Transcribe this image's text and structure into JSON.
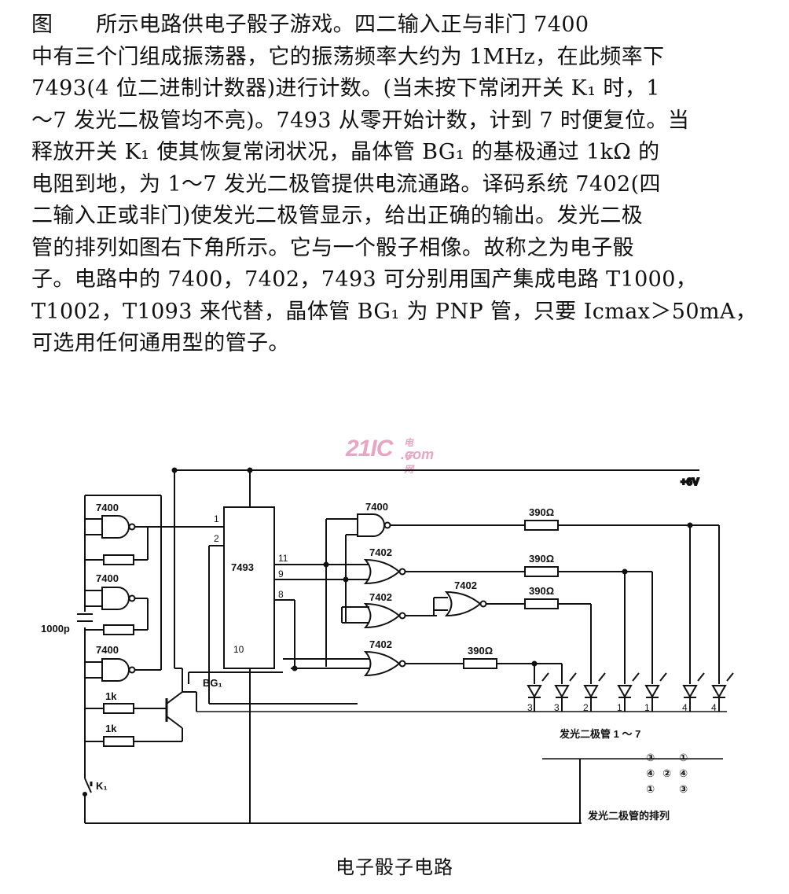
{
  "text": {
    "lines": [
      "图　　所示电路供电子骰子游戏。四二输入正与非门 7400",
      "中有三个门组成振荡器，它的振荡频率大约为 1MHz，在此频率下",
      "7493(4 位二进制计数器)进行计数。(当未按下常闭开关 K₁ 时，1",
      "～7 发光二极管均不亮)。7493 从零开始计数，计到 7 时便复位。当",
      "释放开关 K₁ 使其恢复常闭状况，晶体管 BG₁ 的基极通过 1kΩ 的",
      "电阻到地，为 1～7 发光二极管提供电流通路。译码系统 7402(四",
      "二输入正或非门)使发光二极管显示，给出正确的输出。发光二极",
      "管的排列如图右下角所示。它与一个骰子相像。故称之为电子骰",
      "子。电路中的 7400，7402，7493 可分别用国产集成电路 T1000，",
      "T1002，T1093 来代替，晶体管 BG₁ 为 PNP 管，只要 Icmax＞50mA，",
      "可选用任何通用型的管子。"
    ]
  },
  "watermark": {
    "main": "21IC",
    "cn": "电子网",
    "domain": ".com"
  },
  "circuit": {
    "supply": "+6V",
    "gate_7400": "7400",
    "gate_7402": "7402",
    "counter": "7493",
    "capacitor": "1000p",
    "resistor_1k": "1k",
    "resistor_390": "390Ω",
    "transistor": "BG₁",
    "switch": "K₁",
    "pins": {
      "p1": "1",
      "p2": "2",
      "p11": "11",
      "p9": "9",
      "p8": "8",
      "p10": "10"
    },
    "led_numbers": [
      "3",
      "3",
      "2",
      "1",
      "1",
      "4",
      "4"
    ],
    "led_caption": "发光二极管 1 ～ 7",
    "arrangement": {
      "row1": [
        "③",
        "①"
      ],
      "row2": [
        "④",
        "②",
        "④"
      ],
      "row3": [
        "①",
        "③"
      ],
      "caption": "发光二极管的排列"
    }
  },
  "caption": "电子骰子电路"
}
